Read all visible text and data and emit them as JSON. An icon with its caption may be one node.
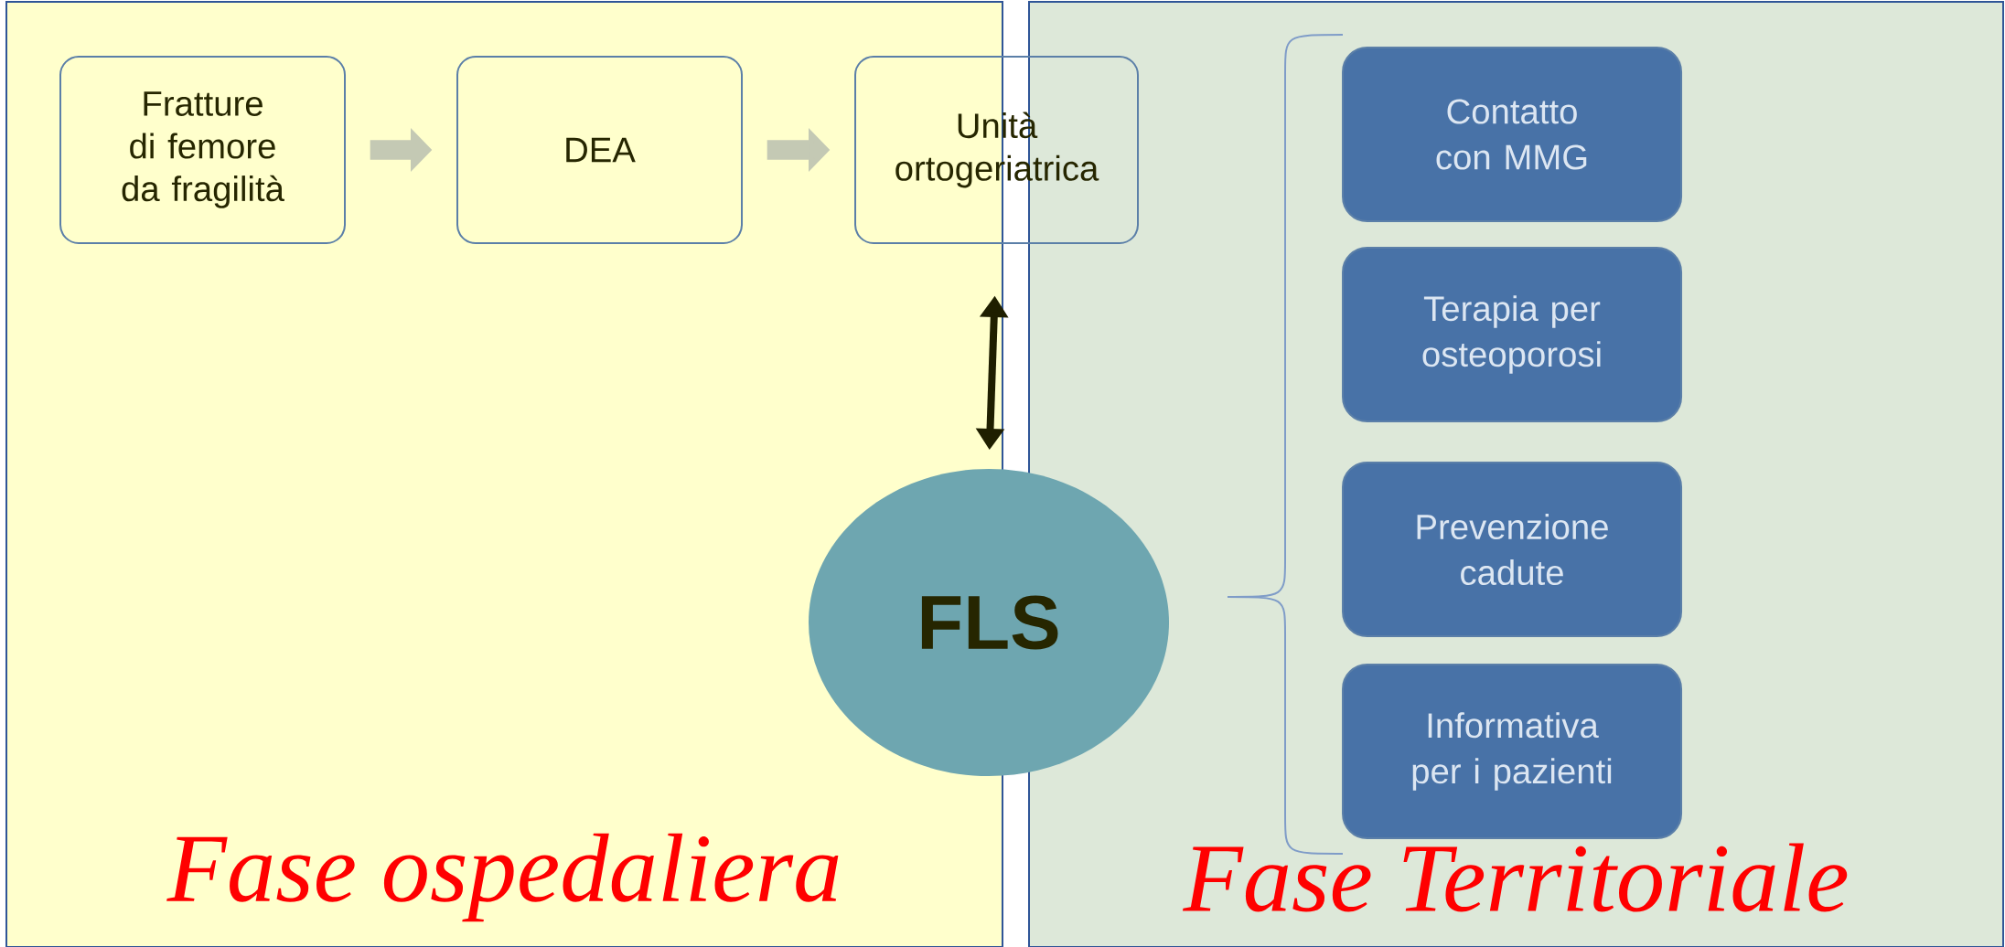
{
  "diagram": {
    "nodes": [
      {
        "text": [
          "Fase ospedaliera"
        ]
      },
      {
        "text": [
          "Fratture di femore da fragilità"
        ],
        "in": 0
      },
      {
        "text": [
          "DEA"
        ],
        "in": 0
      },
      {
        "text": [
          "Unità ortogeriatrica"
        ]
      },
      {
        "text": [
          "FLS"
        ]
      },
      {
        "text": [
          "Fase Territoriale"
        ]
      },
      {
        "text": [
          "Contatto con MMG"
        ],
        "in": 5
      },
      {
        "text": [
          "Terapia per osteoporosi"
        ],
        "in": 5
      },
      {
        "text": [
          "Prevenzione cadute"
        ],
        "in": 5
      },
      {
        "text": [
          "Informativa per i pazienti"
        ],
        "in": 5
      }
    ],
    "edges": [
      {
        "from": 1,
        "to": 2,
        "arrow": "to"
      },
      {
        "from": 2,
        "to": 3,
        "arrow": "to"
      },
      {
        "from": 3,
        "to": 4,
        "arrow": "both",
        "color": "#1f1f00"
      }
    ]
  }
}
